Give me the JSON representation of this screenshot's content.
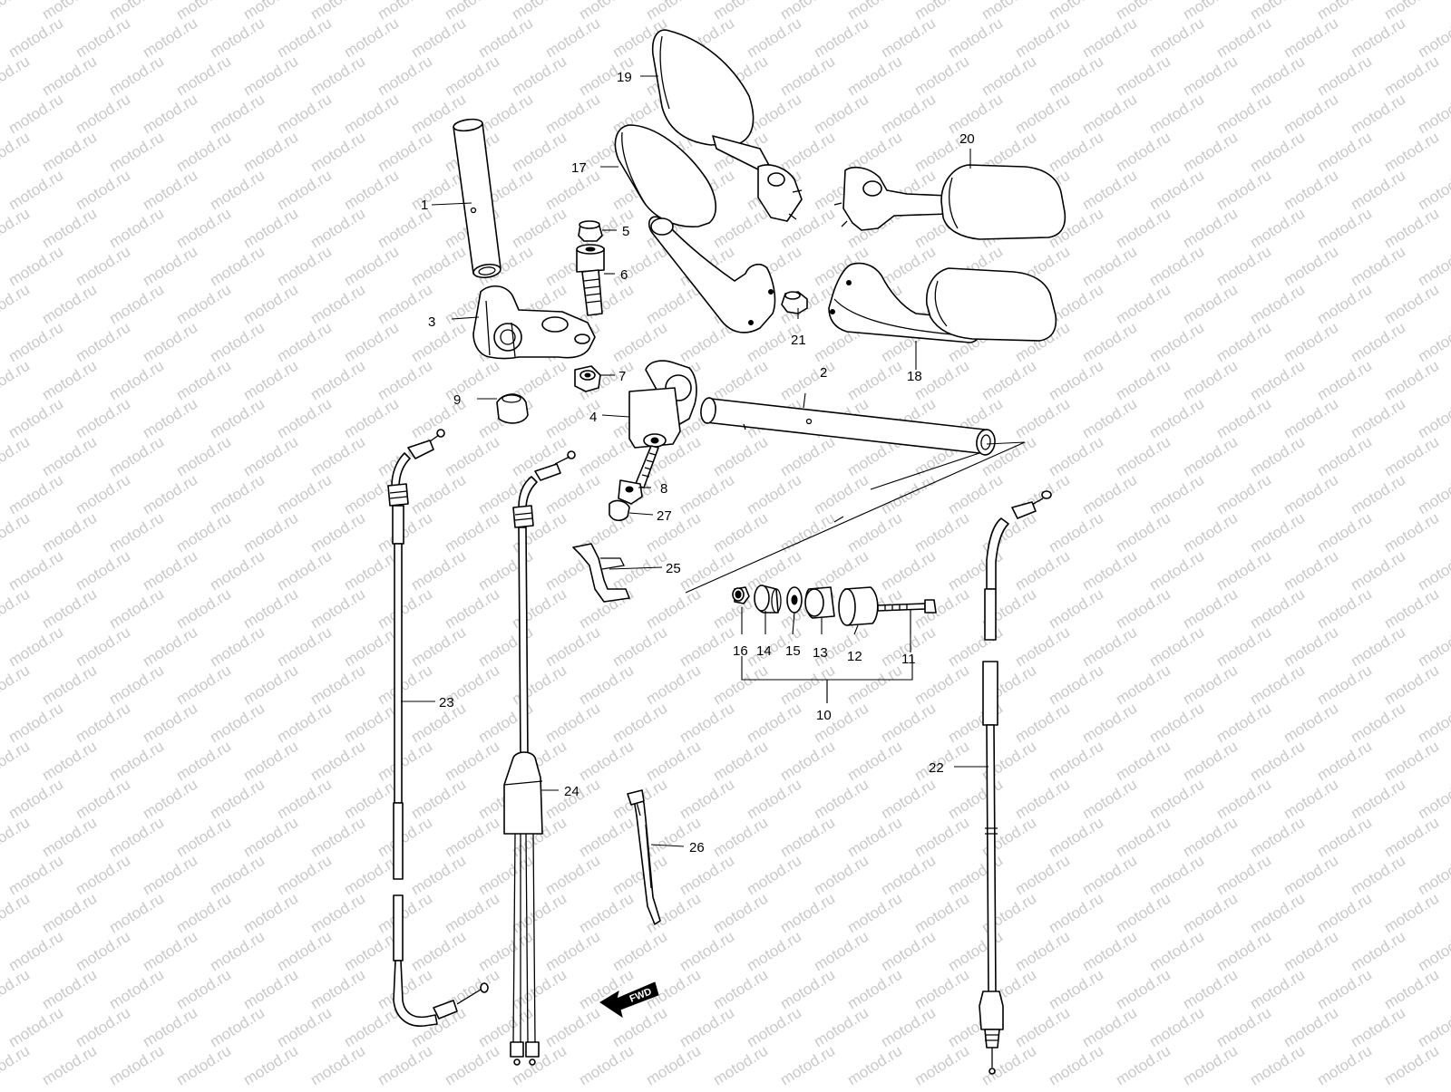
{
  "watermark": "motod.ru",
  "direction_arrow": "FWD",
  "colors": {
    "ink": "#000000",
    "background": "#ffffff",
    "watermark": "#c9c9c9"
  },
  "callouts": {
    "c1": "1",
    "c2": "2",
    "c3": "3",
    "c4": "4",
    "c5": "5",
    "c6": "6",
    "c7": "7",
    "c8": "8",
    "c9": "9",
    "c10": "10",
    "c11": "11",
    "c12": "12",
    "c13": "13",
    "c14": "14",
    "c15": "15",
    "c16": "16",
    "c17": "17",
    "c18": "18",
    "c19": "19",
    "c20": "20",
    "c21": "21",
    "c22": "22",
    "c23": "23",
    "c24": "24",
    "c25": "25",
    "c26": "26",
    "c27": "27"
  }
}
